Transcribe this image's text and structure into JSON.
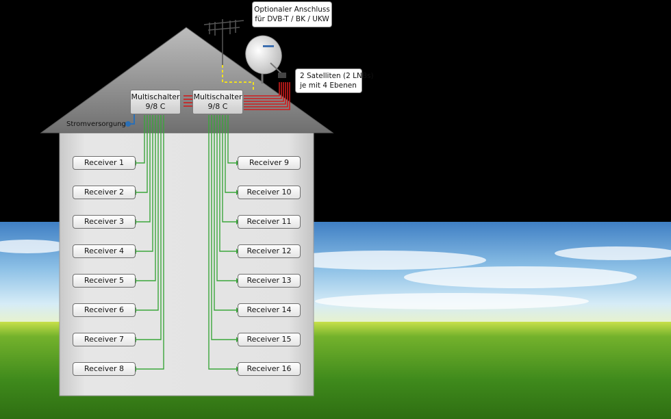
{
  "callouts": {
    "terrestrial": {
      "line1": "Optionaler Anschluss",
      "line2": "für DVB-T / BK / UKW"
    },
    "satellites": {
      "line1": "2 Satelliten (2 LNBs)",
      "line2": "je mit 4 Ebenen"
    }
  },
  "multiswitches": [
    {
      "name": "Multischalter",
      "model": "9/8 C"
    },
    {
      "name": "Multischalter",
      "model": "9/8 C"
    }
  ],
  "power_supply_label": "Stromversorgung",
  "receivers_left": [
    "Receiver 1",
    "Receiver 2",
    "Receiver 3",
    "Receiver 4",
    "Receiver 5",
    "Receiver 6",
    "Receiver 7",
    "Receiver 8"
  ],
  "receivers_right": [
    "Receiver 9",
    "Receiver 10",
    "Receiver 11",
    "Receiver 12",
    "Receiver 13",
    "Receiver 14",
    "Receiver 15",
    "Receiver 16"
  ],
  "colors": {
    "satellite_cable": "#d01c1c",
    "receiver_cable": "#3aa63a",
    "terrestrial_cable": "#f0e020",
    "power_cable": "#2a6fb5",
    "house_wall": "#dcdcdc",
    "roof": "#8e8e8e",
    "grass": "#4f9a22",
    "sky": "#6fa8d8"
  }
}
